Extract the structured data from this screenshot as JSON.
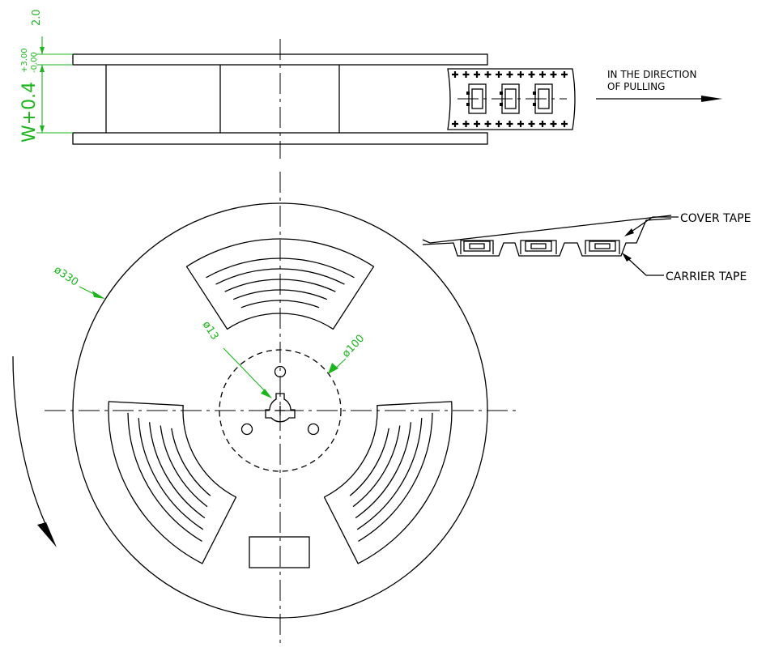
{
  "labels": {
    "direction_line1": "IN THE DIRECTION",
    "direction_line2": "OF PULLING",
    "cover_tape": "COVER TAPE",
    "carrier_tape": "CARRIER TAPE"
  },
  "dimensions": {
    "flange_thickness": "2.0",
    "width_base": "W+0.4",
    "width_tol_upper": "+3.00",
    "width_tol_lower": "-0.00",
    "outer_diameter": "ø330",
    "hub_diameter": "ø100",
    "bore_diameter": "ø13"
  },
  "colors": {
    "dimension": "#1db51d",
    "outline": "#000000"
  }
}
